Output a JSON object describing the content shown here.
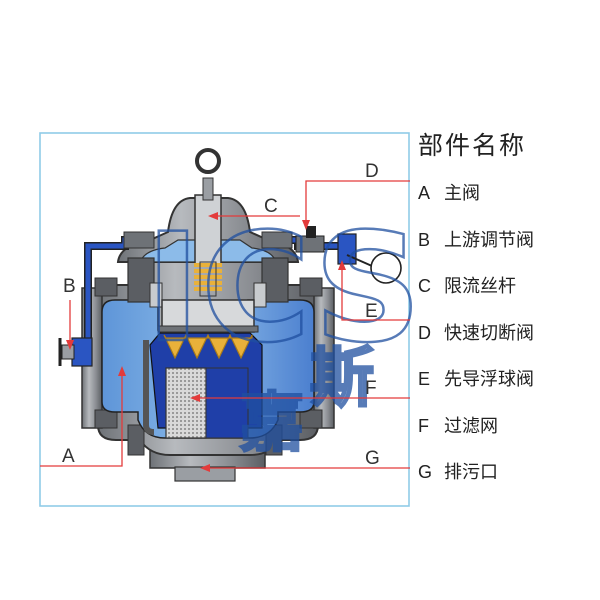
{
  "colors": {
    "frame": "#8fcbe8",
    "body_gray": "#8a8d92",
    "body_dark": "#4d5056",
    "water_light": "#6fa4dd",
    "water_dark": "#1f3fa8",
    "spring": "#e9b13a",
    "pointer": "#e33b3b",
    "brand": "#1f4fa0"
  },
  "diagram": {
    "callouts": [
      {
        "letter": "A"
      },
      {
        "letter": "B"
      },
      {
        "letter": "C"
      },
      {
        "letter": "D"
      },
      {
        "letter": "E"
      },
      {
        "letter": "F"
      },
      {
        "letter": "G"
      }
    ],
    "watermark": {
      "latin": "ICS",
      "chinese_1": "嘉",
      "chinese_2": "斯"
    }
  },
  "legend": {
    "title": "部件名称",
    "items": [
      {
        "letter": "A",
        "name": "主阀"
      },
      {
        "letter": "B",
        "name": "上游调节阀"
      },
      {
        "letter": "C",
        "name": "限流丝杆"
      },
      {
        "letter": "D",
        "name": "快速切断阀"
      },
      {
        "letter": "E",
        "name": "先导浮球阀"
      },
      {
        "letter": "F",
        "name": "过滤网"
      },
      {
        "letter": "G",
        "name": "排污口"
      }
    ]
  }
}
